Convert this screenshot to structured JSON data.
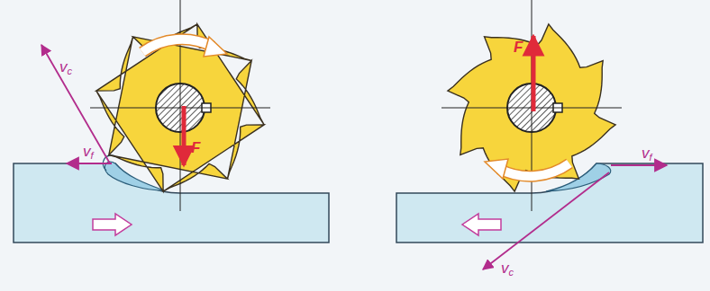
{
  "diagram": {
    "labels": [
      "vc",
      "vf",
      "F",
      "F",
      "vf",
      "vc"
    ]
  }
}
